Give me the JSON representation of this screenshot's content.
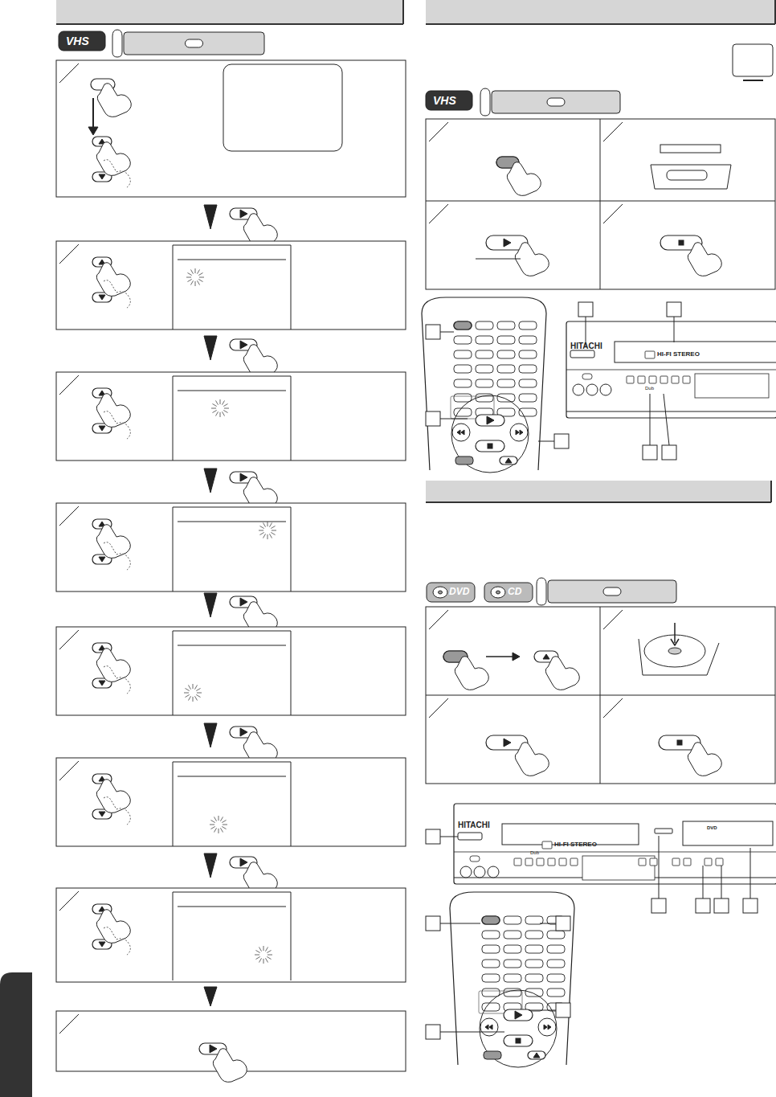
{
  "diagram": {
    "labels": [
      "VHS",
      "VHS",
      "DVD",
      "CD",
      "HITACHI",
      "HI-FI STEREO",
      "Dub",
      "HITACHI",
      "HI-FI STEREO",
      "Dub",
      "DVD"
    ]
  }
}
